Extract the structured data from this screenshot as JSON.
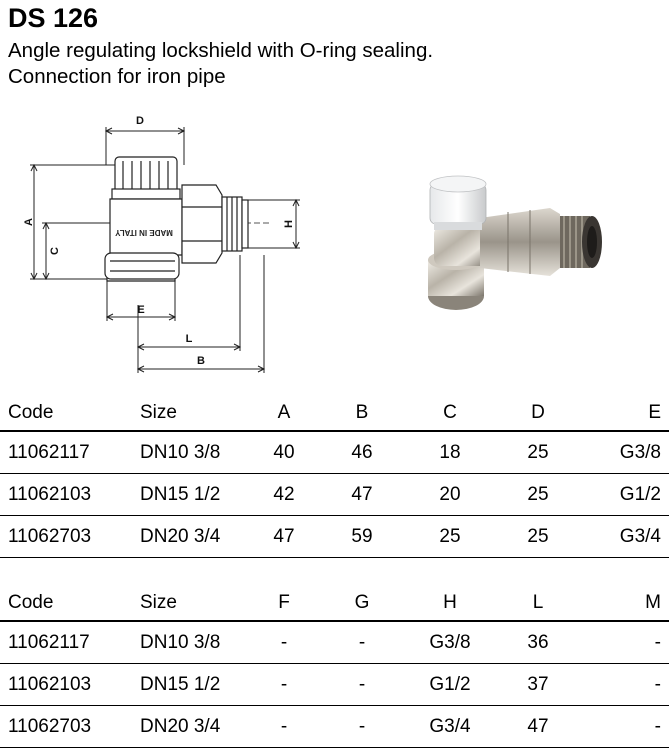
{
  "title": "DS 126",
  "subtitle_line1": "Angle regulating lockshield with O-ring sealing.",
  "subtitle_line2": "Connection for iron pipe",
  "drawing_labels": {
    "D": "D",
    "A": "A",
    "C": "C",
    "E": "E",
    "H": "H",
    "L": "L",
    "B": "B",
    "stamp": "MADE IN ITALY"
  },
  "table1": {
    "headers": [
      "Code",
      "Size",
      "A",
      "B",
      "C",
      "D",
      "E"
    ],
    "rows": [
      [
        "11062117",
        "DN10 3/8",
        "40",
        "46",
        "18",
        "25",
        "G3/8"
      ],
      [
        "11062103",
        "DN15 1/2",
        "42",
        "47",
        "20",
        "25",
        "G1/2"
      ],
      [
        "11062703",
        "DN20 3/4",
        "47",
        "59",
        "25",
        "25",
        "G3/4"
      ]
    ]
  },
  "table2": {
    "headers": [
      "Code",
      "Size",
      "F",
      "G",
      "H",
      "L",
      "M"
    ],
    "rows": [
      [
        "11062117",
        "DN10 3/8",
        "-",
        "-",
        "G3/8",
        "36",
        "-"
      ],
      [
        "11062103",
        "DN15 1/2",
        "-",
        "-",
        "G1/2",
        "37",
        "-"
      ],
      [
        "11062703",
        "DN20 3/4",
        "-",
        "-",
        "G3/4",
        "47",
        "-"
      ]
    ]
  }
}
